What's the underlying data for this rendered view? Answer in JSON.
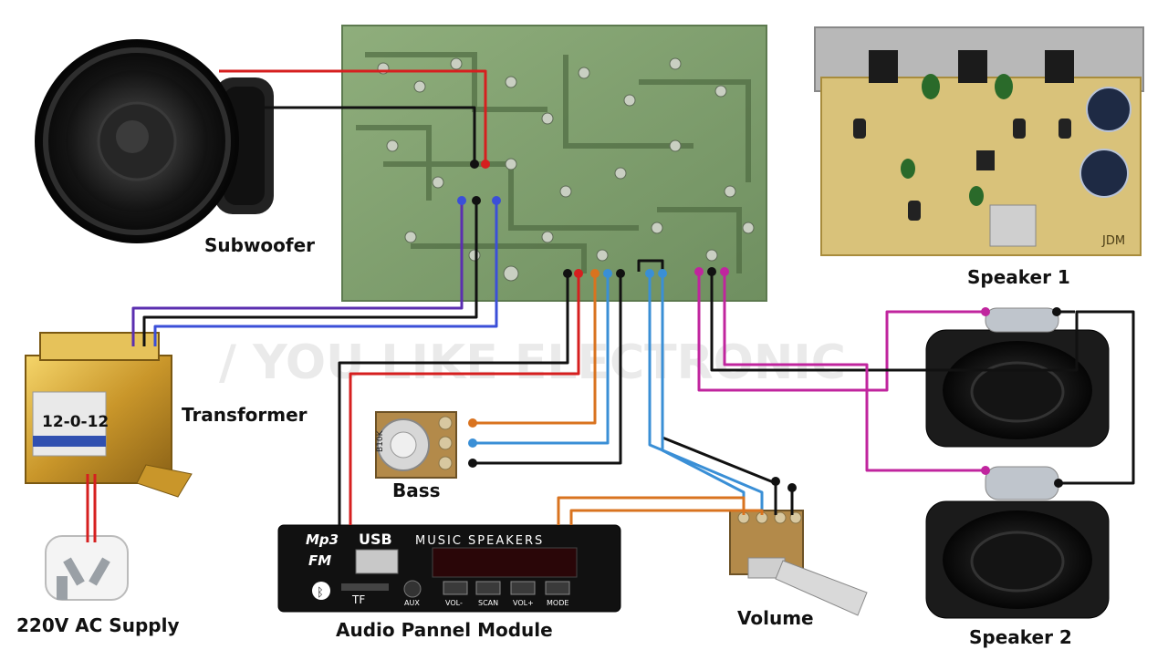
{
  "labels": {
    "subwoofer": "Subwoofer",
    "transformer": "Transformer",
    "supply": "220V AC Supply",
    "bass": "Bass",
    "audio_module": "Audio Pannel Module",
    "volume": "Volume",
    "speaker1": "Speaker 1",
    "speaker2": "Speaker 2"
  },
  "watermark": "/ YOU LIKE ELECTRONIC",
  "transformer_rating": "12-0-12",
  "amp_board_brand": "JDM",
  "pot_marking": "B10K",
  "mp3_module": {
    "logo_top": "Mp3",
    "logo_bottom": "FM",
    "usb": "USB",
    "title": "MUSIC SPEAKERS",
    "tf": "TF",
    "aux": "AUX",
    "buttons": [
      "VOL-",
      "SCAN",
      "VOL+",
      "MODE"
    ]
  },
  "wire_colors": {
    "red": "#d61f1f",
    "black": "#111111",
    "blue": "#3b4fd8",
    "purple": "#5b2fb0",
    "orange": "#d9731f",
    "lightblue": "#3a8fd6",
    "magenta": "#c0259e"
  }
}
